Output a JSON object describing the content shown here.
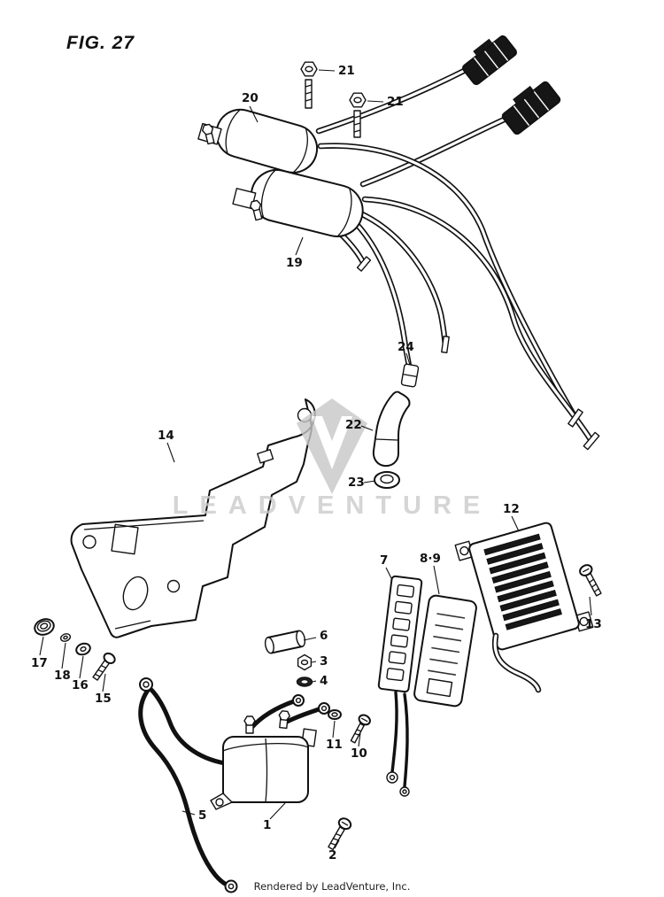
{
  "figure": {
    "title": "FIG. 27"
  },
  "watermark": {
    "text": "LEADVENTURE"
  },
  "footer": {
    "credit": "Rendered by LeadVenture, Inc."
  },
  "callouts": [
    "21",
    "21",
    "20",
    "19",
    "24",
    "22",
    "23",
    "14",
    "12",
    "13",
    "7",
    "8·9",
    "6",
    "3",
    "4",
    "17",
    "18",
    "16",
    "15",
    "11",
    "10",
    "5",
    "1",
    "2"
  ]
}
